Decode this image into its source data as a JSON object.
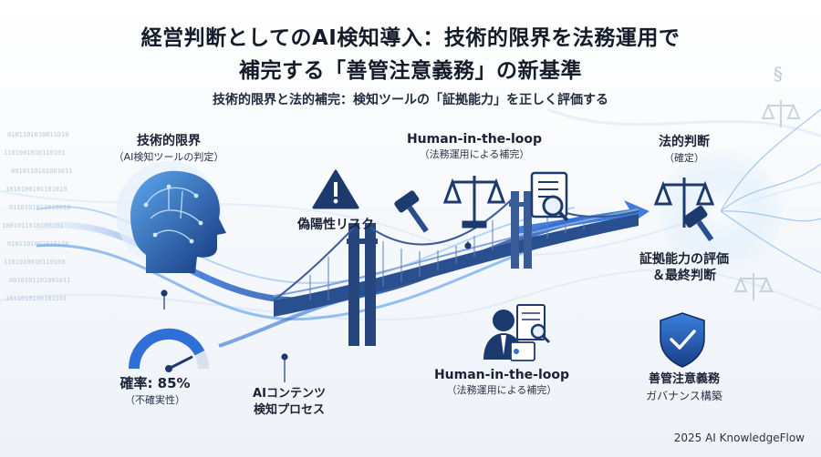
{
  "title_line1": "経営判断としてのAI検知導入：技術的限界を法務運用で",
  "title_line2": "補完する「善管注意義務」の新基準",
  "subtitle": "技術的限界と法的補完：検知ツールの「証拠能力」を正しく評価する",
  "tech_limit": {
    "title": "技術的限界",
    "sub": "（AI検知ツールの判定）"
  },
  "false_positive": "偽陽性リスク",
  "hitl_top": {
    "title": "Human-in-the-loop",
    "sub": "（法務運用による補完）"
  },
  "legal_judgment": {
    "title": "法的判断",
    "sub": "（確定）"
  },
  "evidence_eval": {
    "line1": "証拠能力の評価",
    "line2": "＆最終判断"
  },
  "probability": {
    "label": "確率: 85%",
    "sub": "（不確実性）",
    "value": 0.85
  },
  "ai_process": {
    "line1": "AIコンテンツ",
    "line2": "検知プロセス"
  },
  "hitl_bottom": {
    "title": "Human-in-the-loop",
    "sub": "（法務運用による補完）"
  },
  "governance": {
    "line1": "善管注意義務",
    "line2": "ガバナンス構築"
  },
  "footer": "2025 AI KnowledgeFlow",
  "colors": {
    "navy": "#1d3a6e",
    "blue": "#2f6fd6",
    "light_blue": "#7fb5f0",
    "cyan": "#38a8e8"
  }
}
